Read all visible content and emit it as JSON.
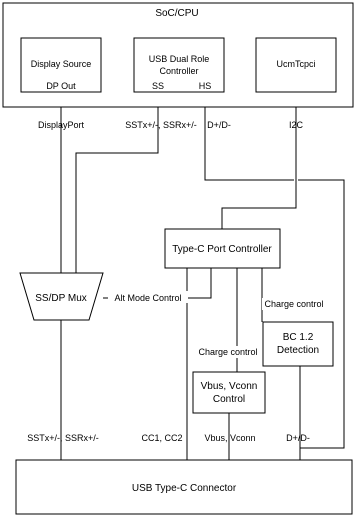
{
  "blocks": {
    "soc": "SoC/CPU",
    "display_source": "Display Source",
    "usb_drc_line1": "USB Dual Role",
    "usb_drc_line2": "Controller",
    "ucm": "UcmTcpci",
    "tcpc": "Type-C Port Controller",
    "mux": "SS/DP Mux",
    "bc12_line1": "BC 1.2",
    "bc12_line2": "Detection",
    "vbus_line1": "Vbus, Vconn",
    "vbus_line2": "Control",
    "connector": "USB Type-C Connector"
  },
  "ports": {
    "dp_out": "DP Out",
    "ss": "SS",
    "hs": "HS"
  },
  "signals": {
    "displayport": "DisplayPort",
    "sstx_top": "SSTx+/-, SSRx+/-",
    "dplus_top": "D+/D-",
    "i2c": "I2C",
    "alt_mode": "Alt Mode Control",
    "charge_control_right": "Charge control",
    "charge_control_mid": "Charge control",
    "sstx_bottom": "SSTx+/-, SSRx+/-",
    "cc": "CC1, CC2",
    "vbus_vconn": "Vbus, Vconn",
    "dplus_bottom": "D+/D-"
  }
}
